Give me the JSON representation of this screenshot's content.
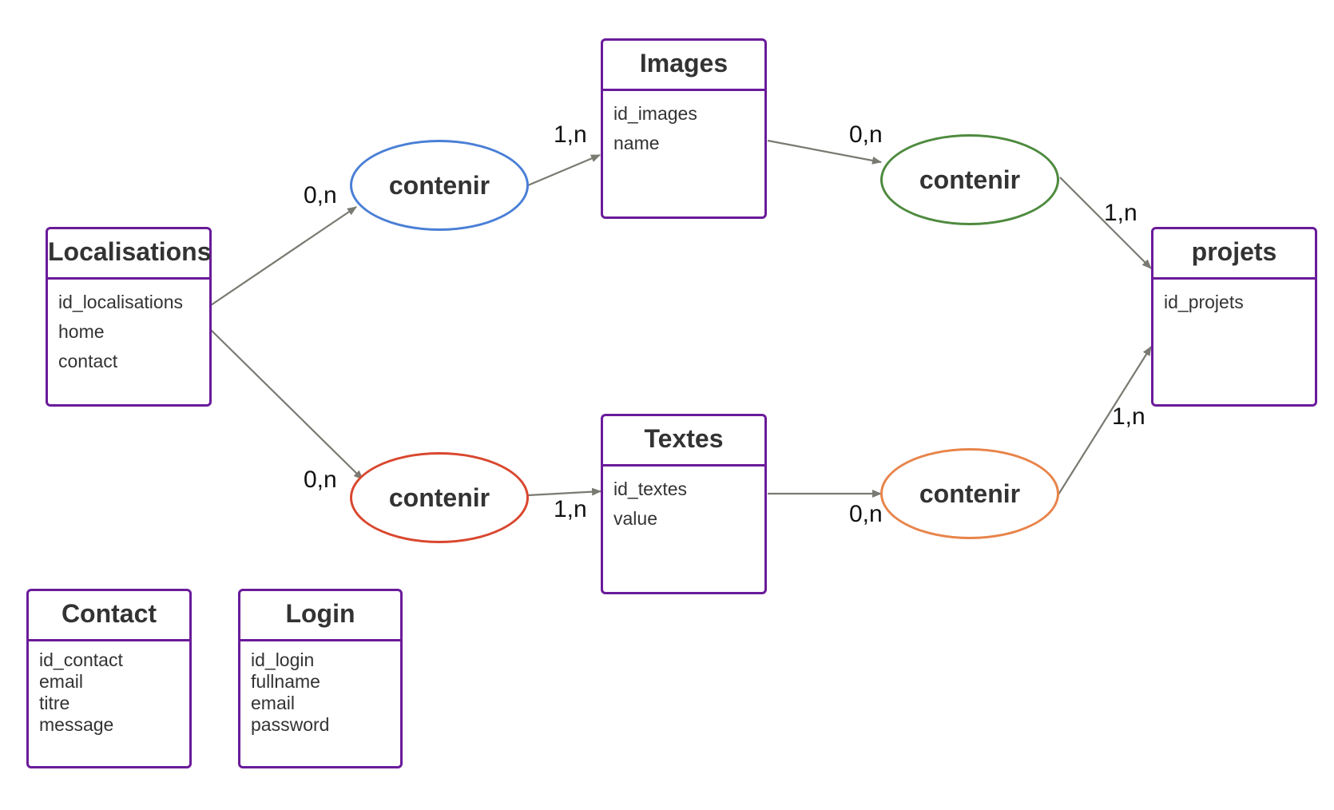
{
  "colors": {
    "entity_border": "#6a1b9a",
    "link": "#7a7a72",
    "text": "#333333"
  },
  "entities": {
    "localisations": {
      "title": "Localisations",
      "attributes": [
        "id_localisations",
        "home",
        "contact"
      ]
    },
    "images": {
      "title": "Images",
      "attributes": [
        "id_images",
        "name"
      ]
    },
    "textes": {
      "title": "Textes",
      "attributes": [
        "id_textes",
        "value"
      ]
    },
    "projets": {
      "title": "projets",
      "attributes": [
        "id_projets"
      ]
    },
    "contact": {
      "title": "Contact",
      "attributes": [
        "id_contact",
        "email",
        "titre",
        "message"
      ]
    },
    "login": {
      "title": "Login",
      "attributes": [
        "id_login",
        "fullname",
        "email",
        "password"
      ]
    }
  },
  "relations": {
    "loc_images": {
      "label": "contenir",
      "color": "#4a7fd6"
    },
    "images_projets": {
      "label": "contenir",
      "color": "#4e8a3e"
    },
    "loc_textes": {
      "label": "contenir",
      "color": "#d9472f"
    },
    "textes_projets": {
      "label": "contenir",
      "color": "#e8844a"
    }
  },
  "cardinalities": {
    "loc_to_images_rel": "0,n",
    "images_rel_to_images": "1,n",
    "images_to_projets_rel": "0,n",
    "projets_rel_images_to_projets": "1,n",
    "loc_to_textes_rel": "0,n",
    "textes_rel_to_textes": "1,n",
    "textes_to_projets_rel": "0,n",
    "projets_rel_textes_to_projets": "1,n"
  }
}
